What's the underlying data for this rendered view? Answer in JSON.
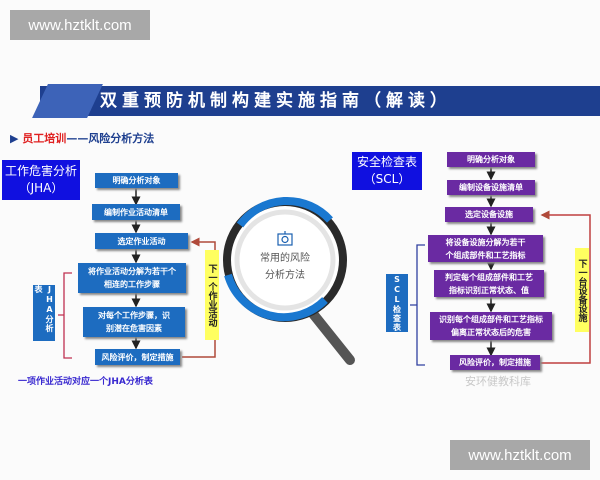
{
  "watermark_top": "www.hztklt.com",
  "watermark_bottom": "www.hztklt.com",
  "title": "双重预防机制构建实施指南（解读）",
  "subtitle": {
    "highlight": "员工培训",
    "rest": "——风险分析方法"
  },
  "center": {
    "line1": "常用的风险",
    "line2": "分析方法"
  },
  "jha": {
    "head1": "工作危害分析",
    "head2": "（JHA）",
    "steps": [
      "明确分析对象",
      "编制作业活动清单",
      "选定作业活动",
      "将作业活动分解为若干个相连的工作步骤",
      "对每个工作步骤，识别潜在危害因素",
      "风险评价，制定措施"
    ],
    "group_label": "JHA分析表",
    "loop_label": "下一个作业活动",
    "note": "一项作业活动对应一个JHA分析表"
  },
  "scl": {
    "head1": "安全检查表",
    "head2": "（SCL）",
    "steps": [
      "明确分析对象",
      "编制设备设施清单",
      "选定设备设施",
      "将设备设施分解为若干个组成部件和工艺指标",
      "判定每个组成部件和工艺指标识别正常状态、值",
      "识别每个组成部件和工艺指标偏离正常状态后的危害",
      "风险评价，制定措施"
    ],
    "group_label": "SCL检查表",
    "loop_label": "下一台设备设施"
  },
  "source_watermark": "安环健教科库",
  "colors": {
    "title_bar": "#1e3f8f",
    "jha_box": "#1d6cc0",
    "scl_box": "#6a2aa2",
    "header_box": "#1010e0",
    "loop_label": "#ffff60"
  }
}
